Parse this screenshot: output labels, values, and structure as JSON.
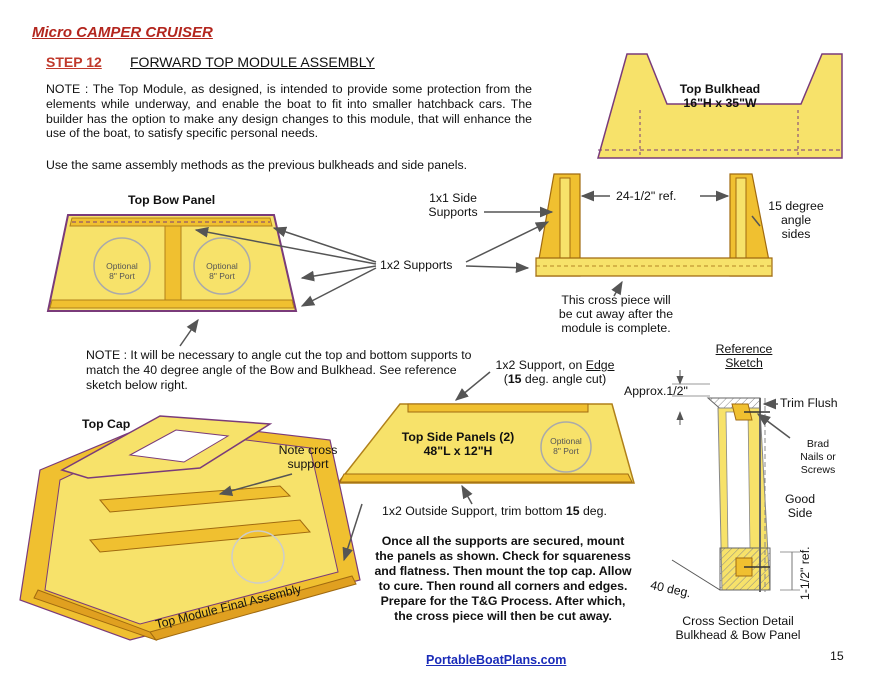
{
  "header": {
    "brand": "Micro CAMPER CRUISER",
    "step_label": "STEP 12",
    "step_title": "FORWARD TOP MODULE ASSEMBLY"
  },
  "intro": {
    "note": "NOTE : The Top Module, as designed, is intended to provide some protection from the elements while underway, and enable the boat to fit into smaller hatchback cars. The builder has the option to make any design changes to this module, that will enhance the use of the boat, to satisfy specific personal needs.",
    "methods": "Use the same assembly methods as the previous bulkheads and side panels."
  },
  "bow_panel": {
    "title": "Top Bow Panel",
    "port_left_1": "Optional",
    "port_left_2": "8\" Port",
    "port_right_1": "Optional",
    "port_right_2": "8\" Port"
  },
  "labels": {
    "supports_1x2": "1x2 Supports",
    "side_supports_1": "1x1 Side",
    "side_supports_2": "Supports",
    "ref_width": "24-1/2\" ref.",
    "angle_1": "15 degree",
    "angle_2": "angle",
    "angle_3": "sides",
    "cross_1": "This cross piece will",
    "cross_2": "be cut away after the",
    "cross_3": "module is complete.",
    "angle_note": "NOTE : It will be necessary to angle cut the top and bottom supports to match the 40 degree angle of the Bow and Bulkhead. See reference sketch below right.",
    "edge_support_1": "1x2 Support, on",
    "edge_word": "Edge",
    "edge_support_2a": "(",
    "edge_support_2b": "15",
    "edge_support_2c": " deg. angle cut)",
    "outside_support_a": "1x2 Outside Support, trim bottom ",
    "outside_support_b": "15",
    "outside_support_c": " deg.",
    "note_cross_1": "Note cross",
    "note_cross_2": "support"
  },
  "bulkhead": {
    "title_1": "Top Bulkhead",
    "title_2": "16\"H x 35\"W"
  },
  "side_panels": {
    "title_1": "Top Side Panels (2)",
    "title_2": "48\"L x 12\"H",
    "port_1": "Optional",
    "port_2": "8\" Port"
  },
  "top_cap": {
    "title": "Top Cap",
    "caption": "Top Module Final Assembly"
  },
  "reference": {
    "title_1": "Reference",
    "title_2": "Sketch",
    "approx": "Approx.1/2\"",
    "trim": "Trim Flush",
    "brad_1": "Brad",
    "brad_2": "Nails or",
    "brad_3": "Screws",
    "good_1": "Good",
    "good_2": "Side",
    "deg": "40 deg.",
    "ref_dim": "1-1/2\" ref.",
    "caption_1": "Cross Section Detail",
    "caption_2": "Bulkhead & Bow Panel"
  },
  "instructions": "Once all the supports are secured, mount the panels as shown. Check for squareness and flatness.  Then mount the top cap.  Allow to cure. Then round all corners and edges. Prepare for the T&G Process.  After which, the cross piece will then be cut away.",
  "footer": {
    "site": "PortableBoatPlans.com",
    "page": "15"
  },
  "colors": {
    "panel_fill": "#f7e26a",
    "panel_edge": "#7a3b7a",
    "wood": "#e8b830",
    "arrow": "#555555"
  }
}
